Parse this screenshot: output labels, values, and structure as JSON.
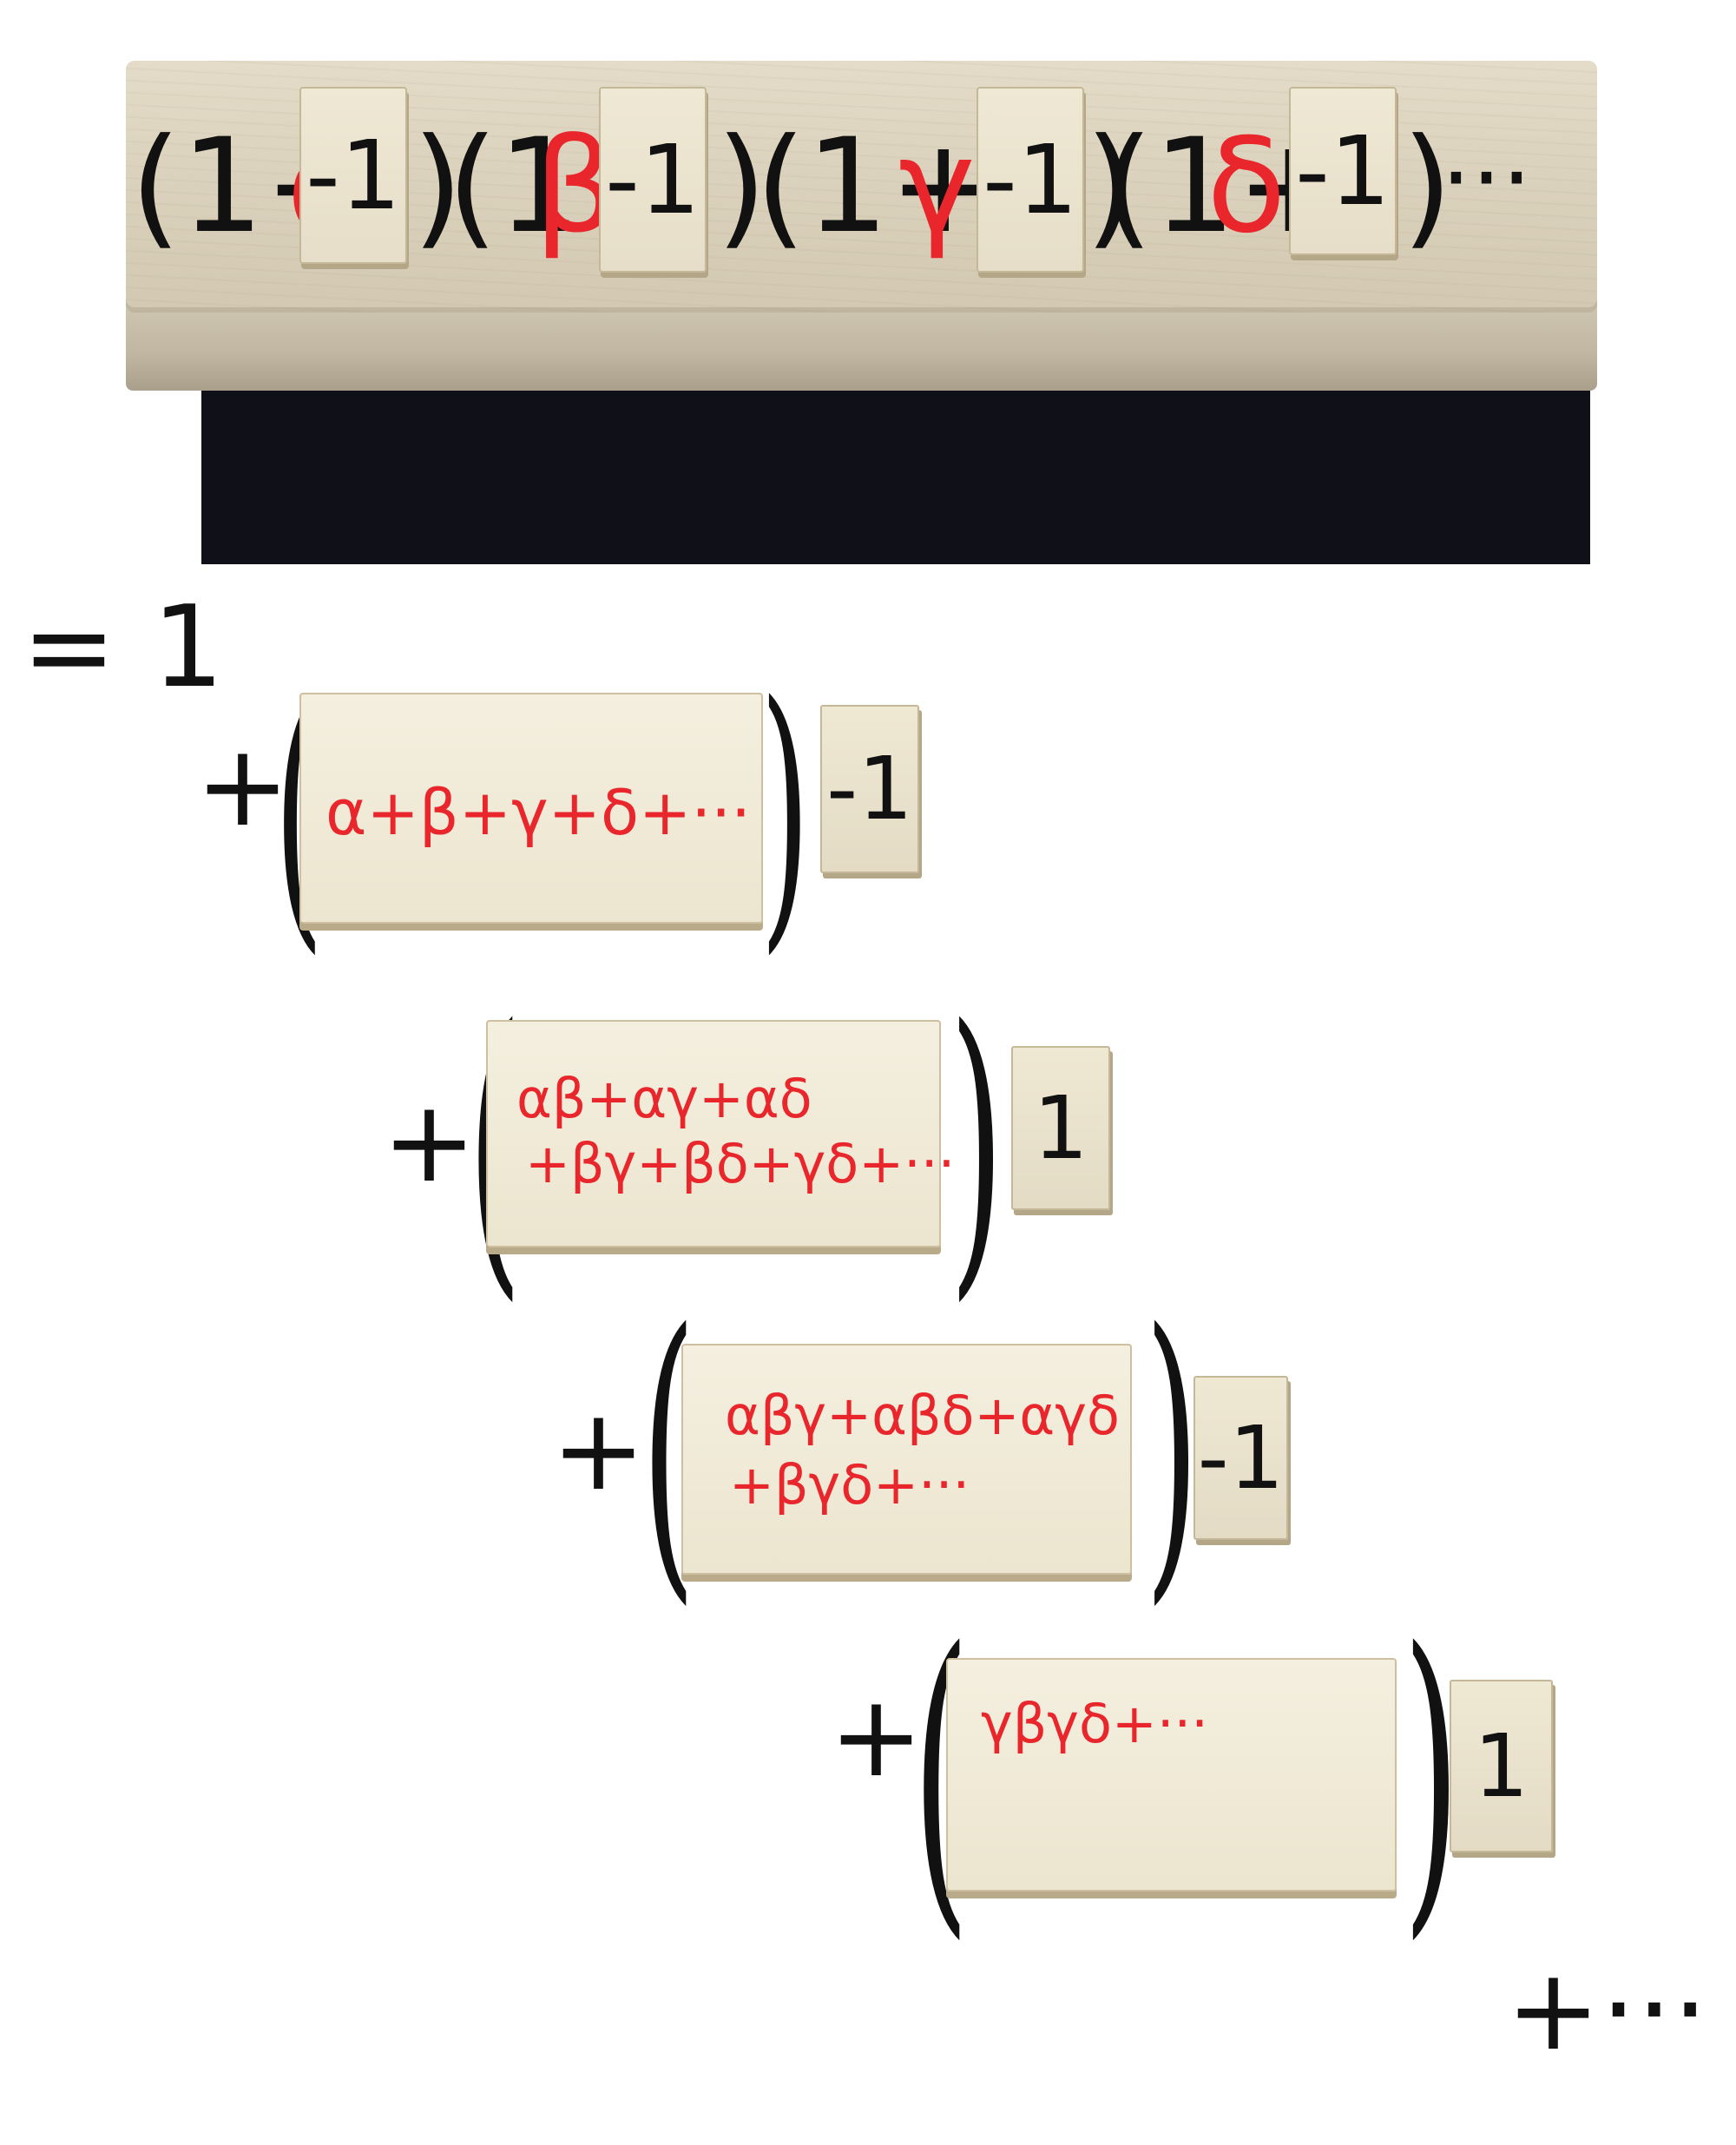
{
  "top_block": {
    "factors": [
      {
        "one_plus": "(1+",
        "var": "α",
        "sign": "-1",
        "close": ")"
      },
      {
        "one_plus": "(1+",
        "var": "β",
        "sign": "-1",
        "close": ")"
      },
      {
        "one_plus": "(1+",
        "var": "γ",
        "sign": "-1",
        "close": ")"
      },
      {
        "one_plus": "(1+",
        "var": "δ",
        "sign": "-1",
        "close": ")"
      }
    ],
    "ellipsis": "···"
  },
  "expansion": {
    "equals_one": "= 1",
    "rows": [
      {
        "plus": "+",
        "lines": [
          "α+β+γ+δ+···"
        ],
        "sign": "-1"
      },
      {
        "plus": "+",
        "lines": [
          "αβ+αγ+αδ",
          "+βγ+βδ+γδ+···"
        ],
        "sign": "1"
      },
      {
        "plus": "+",
        "lines": [
          "αβγ+αβδ+αγδ",
          "+βγδ+···"
        ],
        "sign": "-1"
      },
      {
        "plus": "+",
        "lines": [
          "γβγδ+···"
        ],
        "sign": "1"
      }
    ],
    "tail": "+···"
  },
  "colors": {
    "ink": "#111111",
    "red_marker": "#e8262c",
    "wood": "#e4dcc8",
    "shadow": "#101018"
  }
}
